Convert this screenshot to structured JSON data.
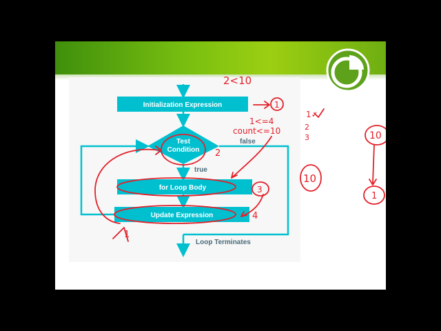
{
  "slide": {
    "accent_color": "#00c0d0",
    "banner_color": "#7dc012",
    "ink_color": "#e3202a"
  },
  "logo": {
    "icon": "pie-chart-icon"
  },
  "flowchart": {
    "init_label": "Initialization Expression",
    "test_label_line1": "Test",
    "test_label_line2": "Condition",
    "body_label": "for Loop Body",
    "update_label": "Update Expression",
    "true_label": "true",
    "false_label": "false",
    "terminate_label": "Loop Terminates"
  },
  "annotations": {
    "top_note": "2<10",
    "step_one": "1",
    "check_mark": "1✓",
    "compare_note": "1<=4",
    "count_note": "count<=10",
    "num_two_a": "2",
    "num_three_a": "3",
    "cond_number": "2",
    "body_number": "3",
    "update_number": "4",
    "bottom_number": "1",
    "center_ten": "10",
    "right_ten": "10",
    "right_bottom": "1"
  }
}
